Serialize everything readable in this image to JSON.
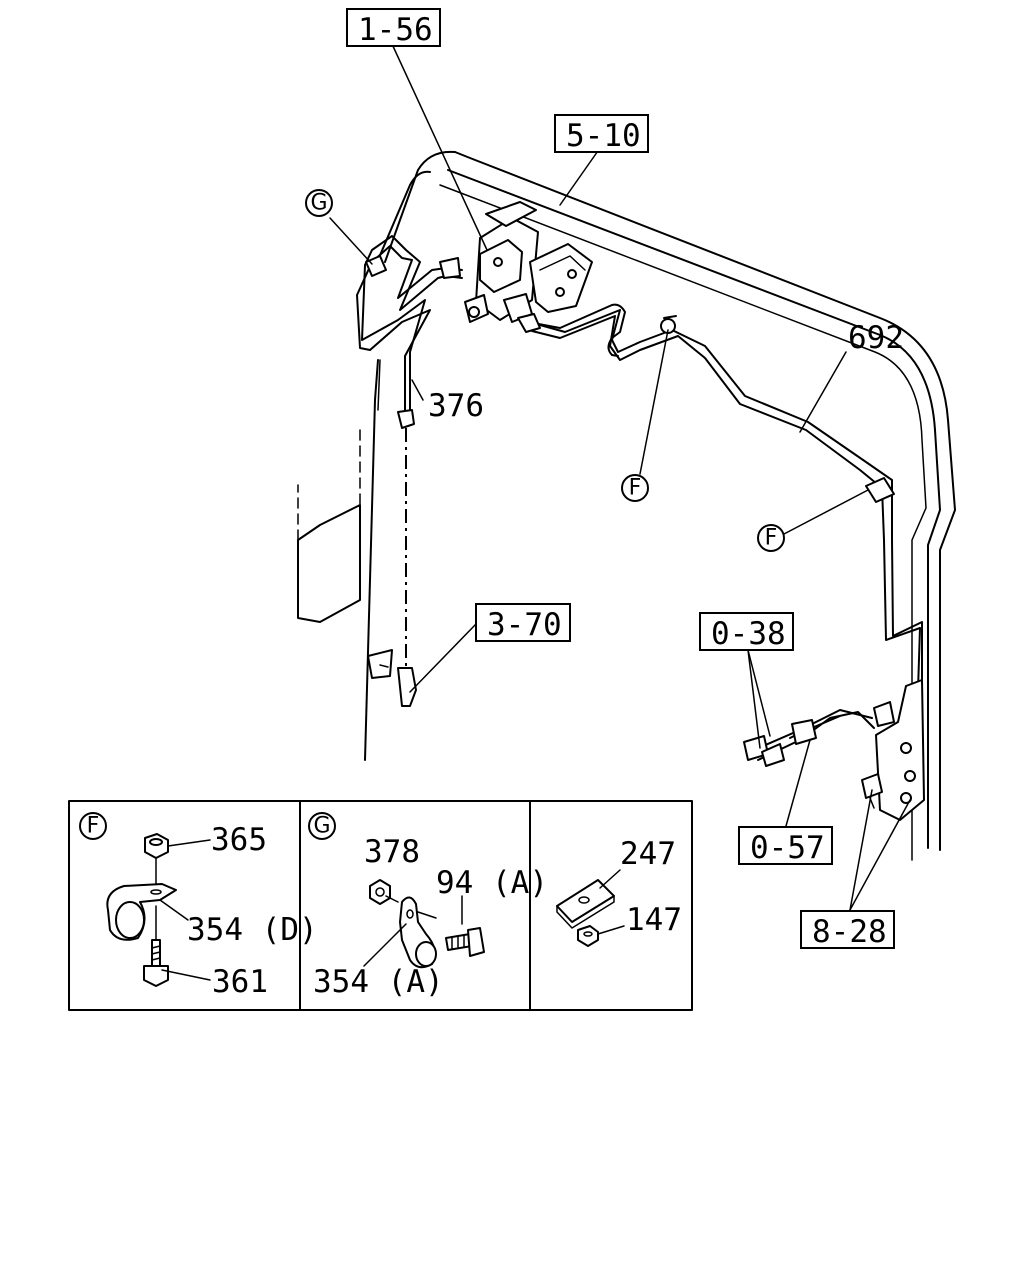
{
  "diagram": {
    "ref_labels": {
      "r156": "1-56",
      "r510": "5-10",
      "r370": "3-70",
      "r038": "0-38",
      "r057": "0-57",
      "r828": "8-28"
    },
    "part_labels": {
      "p692": "692",
      "p376": "376"
    },
    "callouts": {
      "g_top": "G",
      "f_mid": "F",
      "f_right": "F"
    },
    "details": {
      "f": {
        "marker": "F",
        "labels": {
          "p365": "365",
          "p354d": "354 (D)",
          "p361": "361"
        }
      },
      "g": {
        "marker": "G",
        "labels": {
          "p378": "378",
          "p94a": "94 (A)",
          "p354a": "354 (A)"
        }
      },
      "plate": {
        "labels": {
          "p247": "247",
          "p147": "147"
        }
      }
    }
  }
}
